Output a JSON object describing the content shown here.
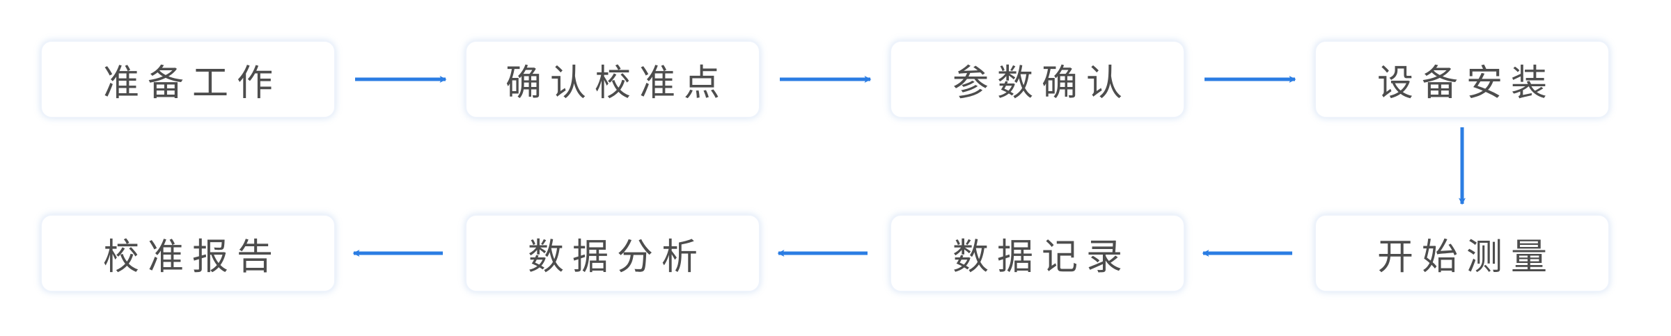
{
  "diagram": {
    "type": "flowchart",
    "colors": {
      "arrow": "#2b7de3",
      "node_border": "#eef3fb",
      "text": "#4d4d4d"
    },
    "steps": [
      {
        "id": "s1",
        "label": "准备工作"
      },
      {
        "id": "s2",
        "label": "确认校准点"
      },
      {
        "id": "s3",
        "label": "参数确认"
      },
      {
        "id": "s4",
        "label": "设备安装"
      },
      {
        "id": "s5",
        "label": "开始测量"
      },
      {
        "id": "s6",
        "label": "数据记录"
      },
      {
        "id": "s7",
        "label": "数据分析"
      },
      {
        "id": "s8",
        "label": "校准报告"
      }
    ],
    "edges": [
      {
        "from": "s1",
        "to": "s2"
      },
      {
        "from": "s2",
        "to": "s3"
      },
      {
        "from": "s3",
        "to": "s4"
      },
      {
        "from": "s4",
        "to": "s5"
      },
      {
        "from": "s5",
        "to": "s6"
      },
      {
        "from": "s6",
        "to": "s7"
      },
      {
        "from": "s7",
        "to": "s8"
      }
    ]
  }
}
